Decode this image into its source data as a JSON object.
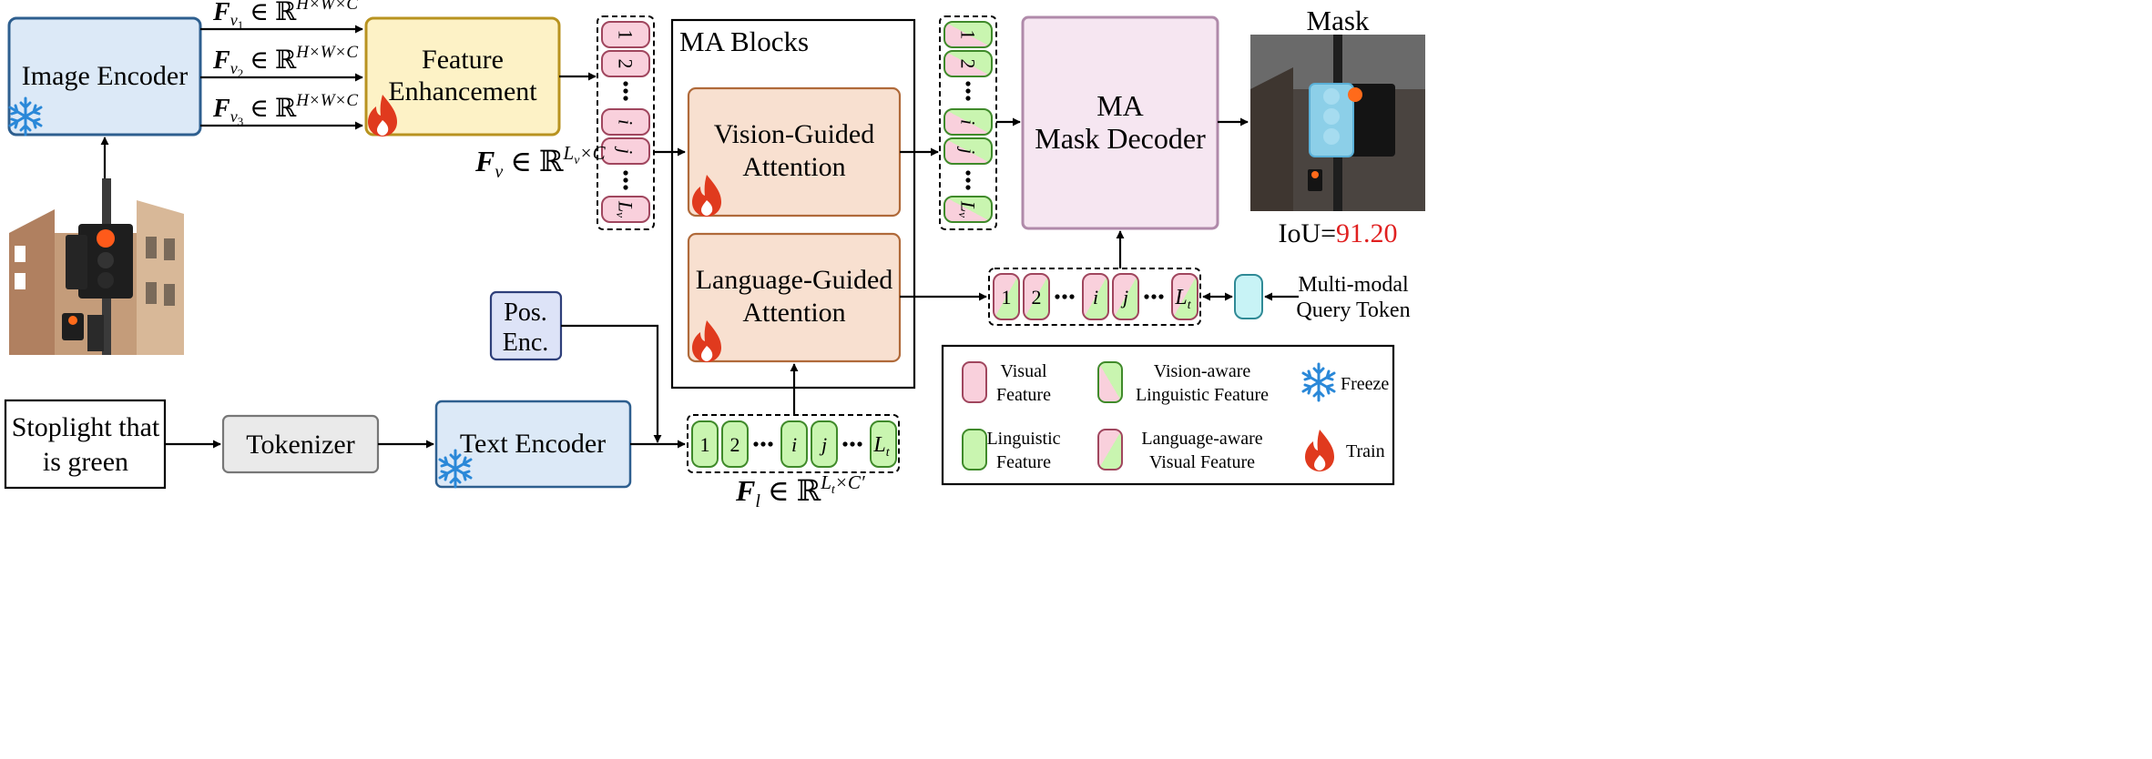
{
  "image_encoder": {
    "label": "Image Encoder"
  },
  "feature_enhancement": {
    "line1": "Feature",
    "line2": "Enhancement"
  },
  "vis_features": [
    {
      "var": "F",
      "sub": "v",
      "subsub": "1",
      "rest": " ∈ ℝ",
      "sup": "H×W×C"
    },
    {
      "var": "F",
      "sub": "v",
      "subsub": "2",
      "rest": " ∈ ℝ",
      "sup": "H×W×C"
    },
    {
      "var": "F",
      "sub": "v",
      "subsub": "3",
      "rest": " ∈ ℝ",
      "sup": "H×W×C"
    }
  ],
  "fv_label": {
    "var": "F",
    "sub": "v",
    "rest": " ∈ ℝ",
    "sup": "L",
    "supsub": "v",
    "suprest": "×C"
  },
  "visual_tokens": [
    "1",
    "2",
    "i",
    "j",
    "L"
  ],
  "visual_tokens_last_sub": "v",
  "ma_blocks": {
    "title": "MA Blocks",
    "vga_line1": "Vision-Guided",
    "vga_line2": "Attention",
    "lga_line1": "Language-Guided",
    "lga_line2": "Attention"
  },
  "decoder": {
    "line1": "MA",
    "line2": "Mask Decoder"
  },
  "mask": {
    "title": "Mask",
    "iou_label": "IoU=",
    "iou_value": "91.20"
  },
  "pos_enc": {
    "line1": "Pos.",
    "line2": "Enc."
  },
  "text_input": {
    "line1": "Stoplight that",
    "line2": "is green"
  },
  "tokenizer": {
    "label": "Tokenizer"
  },
  "text_encoder": {
    "label": "Text Encoder"
  },
  "ling_tokens": [
    "1",
    "2",
    "i",
    "j",
    "L"
  ],
  "ling_tokens_last_sub": "t",
  "fl_label": {
    "var": "F",
    "sub": "l",
    "rest": " ∈ ℝ",
    "sup": "L",
    "supsub": "t",
    "suprest": "×C′"
  },
  "query": {
    "line1": "Multi-modal",
    "line2": "Query Token"
  },
  "legend": {
    "visual": [
      "Visual",
      "Feature"
    ],
    "vision_aware": [
      "Vision-aware",
      "Linguistic Feature"
    ],
    "freeze": "Freeze",
    "linguistic": [
      "Linguistic",
      "Feature"
    ],
    "language_aware": [
      "Language-aware",
      "Visual Feature"
    ],
    "train": "Train"
  },
  "colors": {
    "encoder_fill": "#dce9f7",
    "encoder_border": "#2e5f8f",
    "enhance_fill": "#fdf2c6",
    "enhance_border": "#b89320",
    "attn_fill": "#f8e0d0",
    "attn_border": "#b06a3a",
    "decoder_fill": "#f6e6f1",
    "decoder_border": "#b08aaa",
    "pink": "#f9d0dc",
    "pink_border": "#a0465e",
    "green": "#c9f5b0",
    "green_border": "#3f8a2a",
    "cyan": "#c8f3f6",
    "cyan_border": "#2f8a96",
    "tokenizer_fill": "#eaeaea",
    "tokenizer_border": "#777777",
    "posenc_fill": "#dde3f7",
    "posenc_border": "#2e3f7a",
    "flame": "#e03a1e",
    "snow": "#2a88d8",
    "iou_red": "#e02020"
  }
}
